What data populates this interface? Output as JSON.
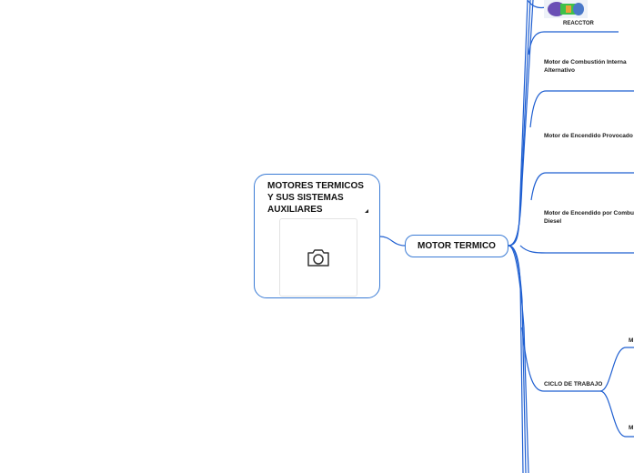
{
  "root": {
    "title": "MOTORES TERMICOS Y SUS  SISTEMAS AUXILIARES",
    "image_icon": "camera-icon"
  },
  "main_topic": {
    "label": "MOTOR TERMICO"
  },
  "branches": [
    {
      "label": "REACCTOR"
    },
    {
      "label": "Motor de Combustión Interna Alternativo"
    },
    {
      "label": "Motor de Encendido Provocado"
    },
    {
      "label": "Motor de Encendido por Combu Diesel"
    },
    {
      "label": "CICLO DE TRABAJO"
    }
  ],
  "sub_branches": [
    {
      "label": "M"
    },
    {
      "label": "M"
    }
  ],
  "colors": {
    "connector": "#1f5fd1",
    "node_border": "#3a7bd5"
  }
}
